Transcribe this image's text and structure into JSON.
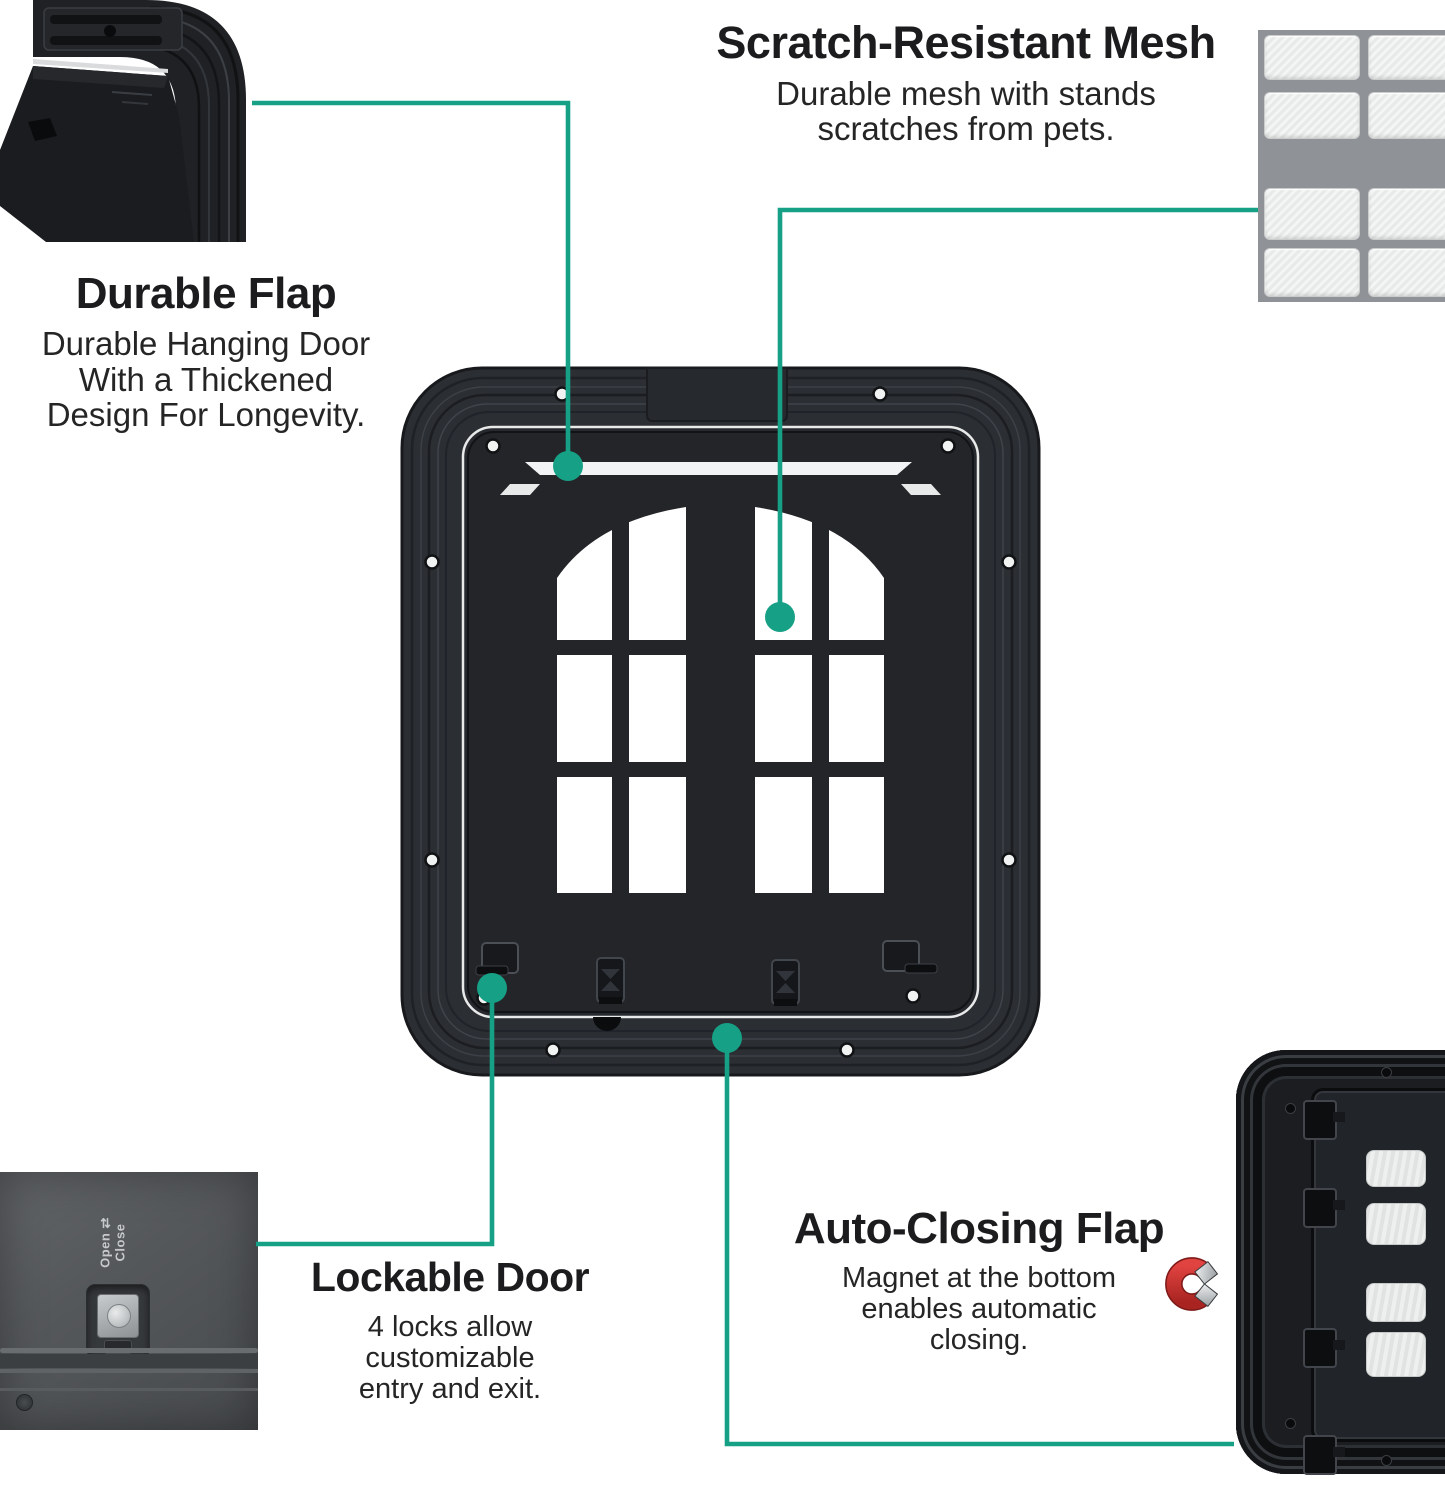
{
  "colors": {
    "accent_teal": "#16A085",
    "magnet_red": "#C9302C",
    "magnet_tip_silver": "#D8DADB",
    "heading_text": "#1C1C1E",
    "body_text": "#252525",
    "product_black": "#2B2E33"
  },
  "callouts": {
    "durable_flap": {
      "title": "Durable Flap",
      "body_lines": [
        "Durable Hanging Door",
        "With a Thickened",
        "Design For Longevity."
      ]
    },
    "scratch_mesh": {
      "title": "Scratch-Resistant Mesh",
      "body_lines": [
        "Durable mesh with stands",
        "scratches from pets."
      ]
    },
    "lockable_door": {
      "title": "Lockable Door",
      "body_lines": [
        "4 locks allow",
        "customizable",
        "entry and exit."
      ]
    },
    "auto_closing_flap": {
      "title": "Auto-Closing Flap",
      "body_lines": [
        "Magnet at the bottom",
        "enables automatic",
        "closing."
      ]
    }
  },
  "lock_photo": {
    "open_label": "Open",
    "arrow_glyph": "⇄",
    "close_label": "Close"
  }
}
